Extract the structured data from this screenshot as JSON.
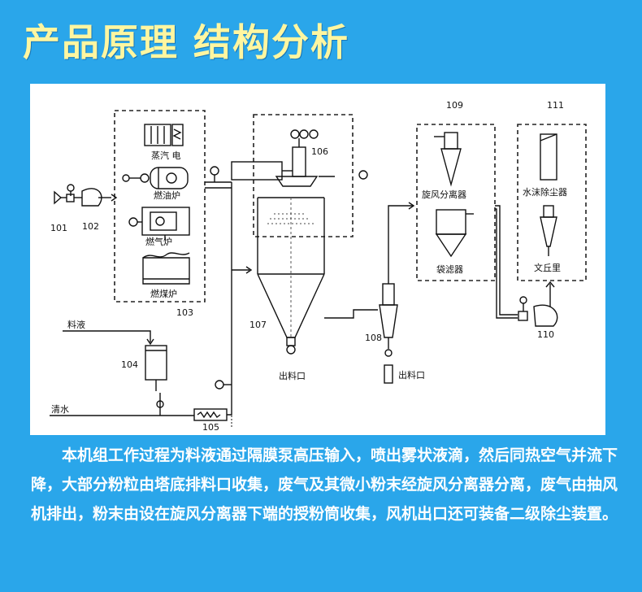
{
  "title": "产品原理 结构分析",
  "diagram": {
    "labels": {
      "n101": "101",
      "n102": "102",
      "n103": "103",
      "n104": "104",
      "n105": "105",
      "n106": "106",
      "n107": "107",
      "n108": "108",
      "n109": "109",
      "n110": "110",
      "n111": "111",
      "steam_electric": "蒸汽 电",
      "oil_furnace": "燃油炉",
      "gas_furnace": "燃气炉",
      "coal_furnace": "燃煤炉",
      "feed_liquid": "料液",
      "clean_water": "清水",
      "outlet_tower": "出料口",
      "outlet_cyclone": "出料口",
      "cyclone_separator": "旋风分离器",
      "bag_filter": "袋滤器",
      "water_film_collector": "水沫除尘器",
      "venturi": "文丘里"
    }
  },
  "description": "本机组工作过程为料液通过隔膜泵高压输入，喷出雾状液滴，然后同热空气并流下降，大部分粉粒由塔底排料口收集，废气及其微小粉末经旋风分离器分离，废气由抽风机排出，粉末由设在旋风分离器下端的授粉筒收集，风机出口还可装备二级除尘装置。"
}
